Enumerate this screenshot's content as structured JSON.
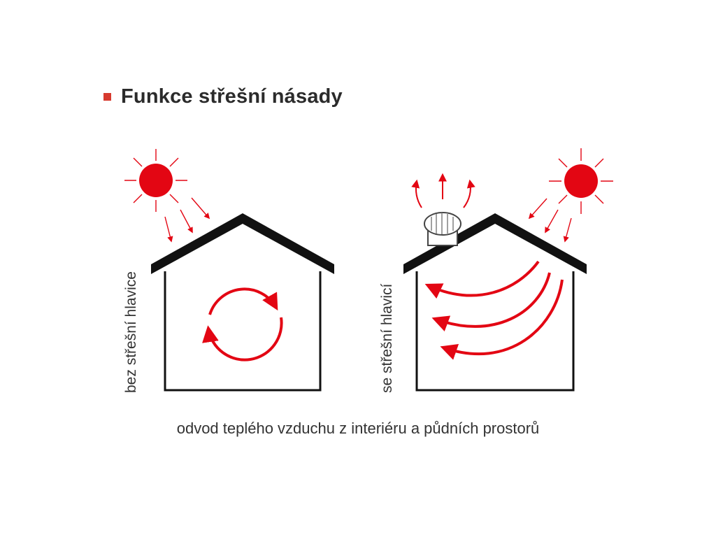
{
  "title": "Funkce střešní násady",
  "caption": "odvod teplého vzduchu z interiéru a půdních prostorů",
  "left_house": {
    "label": "bez střešní hlavice"
  },
  "right_house": {
    "label": "se střešní hlavicí"
  },
  "colors": {
    "accent": "#e30613",
    "roof": "#111111",
    "text": "#2b2b2b"
  },
  "icons": {
    "sun": "sun-icon",
    "turbine": "roof-turbine-icon"
  }
}
